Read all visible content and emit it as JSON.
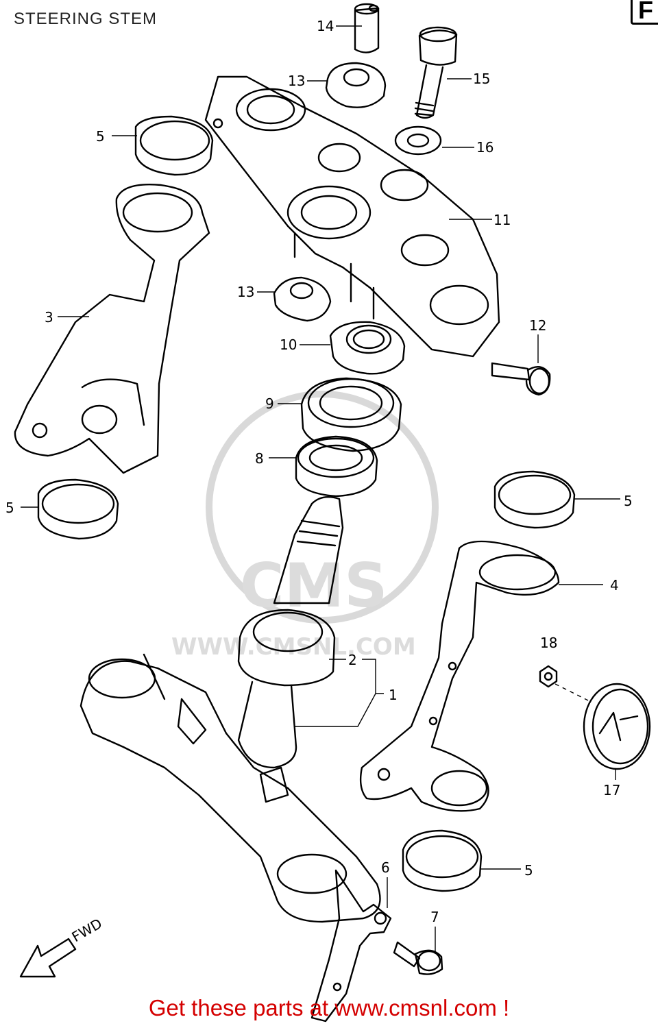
{
  "header": {
    "title": "STEERING STEM",
    "tab_letter": "F"
  },
  "watermark": {
    "brand": "CMS",
    "site": "WWW.CMSNL.COM"
  },
  "callouts": {
    "c1": "1",
    "c2": "2",
    "c3": "3",
    "c4": "4",
    "c5a": "5",
    "c5b": "5",
    "c5c": "5",
    "c5d": "5",
    "c6": "6",
    "c7": "7",
    "c8": "8",
    "c9": "9",
    "c10": "10",
    "c11": "11",
    "c12": "12",
    "c13a": "13",
    "c13b": "13",
    "c14": "14",
    "c15": "15",
    "c16": "16",
    "c17": "17",
    "c18": "18"
  },
  "direction_label": "FWD",
  "footer": {
    "link_text": "Get these parts at www.cmsnl.com !"
  },
  "colors": {
    "footer_text": "#d40000",
    "line_art": "#000000",
    "watermark": "#dcdcdc"
  }
}
